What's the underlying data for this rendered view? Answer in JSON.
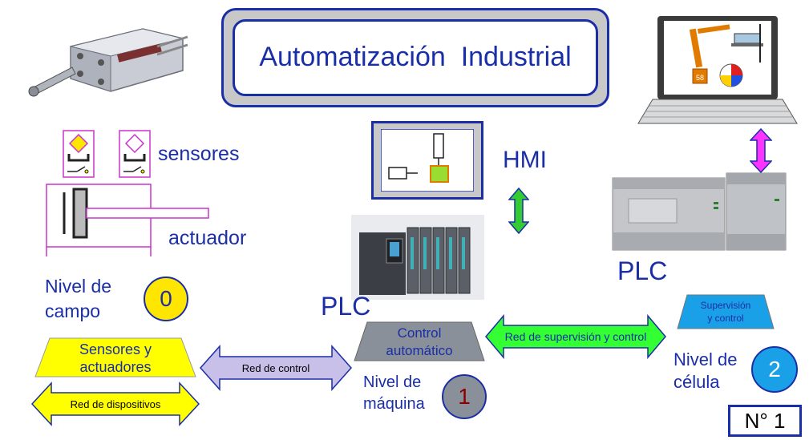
{
  "title": "Automatización  Industrial",
  "badge": "N° 1",
  "labels": {
    "sensores": "sensores",
    "actuador": "actuador",
    "hmi": "HMI",
    "plc_left": "PLC",
    "plc_right": "PLC"
  },
  "levels": [
    {
      "line1": "Nivel de",
      "line2": "campo",
      "number": "0",
      "color": "#ffe600",
      "number_color": "#1a2ea8"
    },
    {
      "line1": "Nivel de",
      "line2": "máquina",
      "number": "1",
      "color": "#8a9099",
      "number_color": "#8b0000"
    },
    {
      "line1": "Nivel de",
      "line2": "célula",
      "number": "2",
      "color": "#1aa0e6",
      "number_color": "#ffffff"
    }
  ],
  "boxes": {
    "sensores_actuadores": [
      "Sensores y",
      "actuadores"
    ],
    "control_automatico": [
      "Control",
      "automático"
    ],
    "supervision": [
      "Supervisión",
      "y control"
    ]
  },
  "arrows": {
    "red_dispositivos": "Red de dispositivos",
    "red_control": "Red de control",
    "red_supervision": "Red de supervisión y control"
  },
  "hmi_screen": {
    "counter": "58"
  },
  "colors": {
    "blue": "#1a2ea8",
    "yellow": "#ffff00",
    "gray_box": "#8a9099",
    "cyan_box": "#1aa0e6",
    "lavender_arrow": "#c8c0e8",
    "green_arrow": "#33ff33",
    "magenta_arrow": "#ff33ff"
  }
}
